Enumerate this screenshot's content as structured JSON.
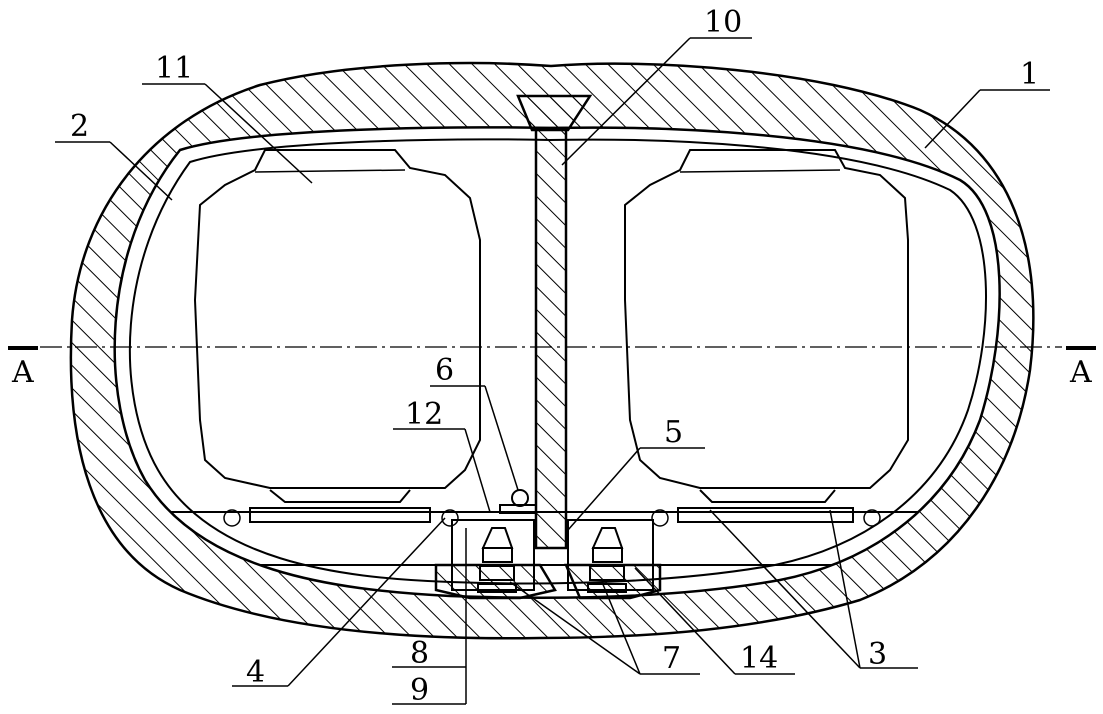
{
  "labels": {
    "l1": "1",
    "l2": "2",
    "l3": "3",
    "l4": "4",
    "l5": "5",
    "l6": "6",
    "l7": "7",
    "l8": "8",
    "l9": "9",
    "l10": "10",
    "l11": "11",
    "l12": "12",
    "l14": "14",
    "section_left": "A",
    "section_right": "A"
  }
}
